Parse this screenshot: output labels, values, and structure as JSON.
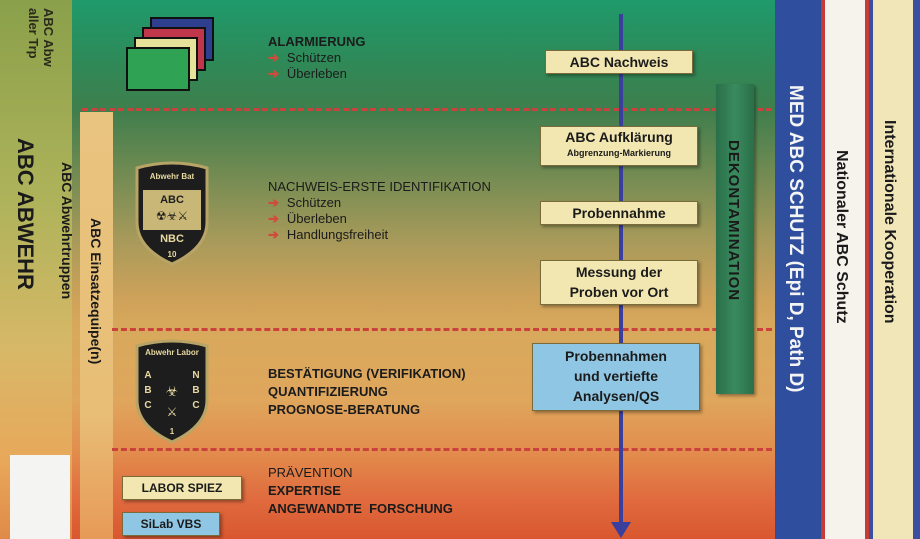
{
  "left_column": {
    "abc_abw_line1": "ABC Abw",
    "abc_abw_line2": "aller Trp",
    "abc_abwehr": "ABC ABWEHR",
    "abc_abwehrtruppen": "ABC Abwehrtruppen",
    "abc_einsatzequipe": "ABC Einsatzequipe(n)"
  },
  "right_columns": {
    "med": "MED ABC SCHUTZ (Epi D, Path D)",
    "nationaler": "Nationaler ABC Schutz",
    "international": "Internationale Kooperation"
  },
  "rows": {
    "alarm": {
      "title": "ALARMIERUNG",
      "items": [
        "Schützen",
        "Überleben"
      ]
    },
    "nachweis": {
      "title": "NACHWEIS-ERSTE IDENTIFIKATION",
      "items": [
        "Schützen",
        "Überleben",
        "Handlungsfreiheit"
      ],
      "badge_top": "Abwehr Bat",
      "badge_left": "ABC",
      "badge_bottom": "NBC",
      "badge_num": "10"
    },
    "bestaetigung": {
      "line1": "BESTÄTIGUNG (VERIFIKATION)",
      "line2": "QUANTIFIZIERUNG",
      "line3": "PROGNOSE-BERATUNG",
      "badge_top": "Abwehr Labor",
      "badge_left": "ABC",
      "badge_right": "NBC",
      "badge_num": "1"
    },
    "praevention": {
      "line1": "PRÄVENTION",
      "line2": "EXPERTISE",
      "line3": "ANGEWANDTE  FORSCHUNG",
      "labor_spiez": "LABOR SPIEZ",
      "silab": "SiLab VBS"
    }
  },
  "process": {
    "abc_nachweis": "ABC Nachweis",
    "aufklaerung_title": "ABC Aufklärung",
    "aufklaerung_sub": "Abgrenzung-Markierung",
    "probennahme": "Probennahme",
    "messung_line1": "Messung der",
    "messung_line2": "Proben vor Ort",
    "analyse_line1": "Probennahmen",
    "analyse_line2": "und vertiefte",
    "analyse_line3": "Analysen/QS",
    "dekontamination": "DEKONTAMINATION"
  },
  "colors": {
    "dash": "#c9423c",
    "arrow": "#3a3f9e",
    "box_cream": "#f2e7b0",
    "box_blue": "#8fc6e3",
    "dekon_green": "#2f7f55"
  }
}
